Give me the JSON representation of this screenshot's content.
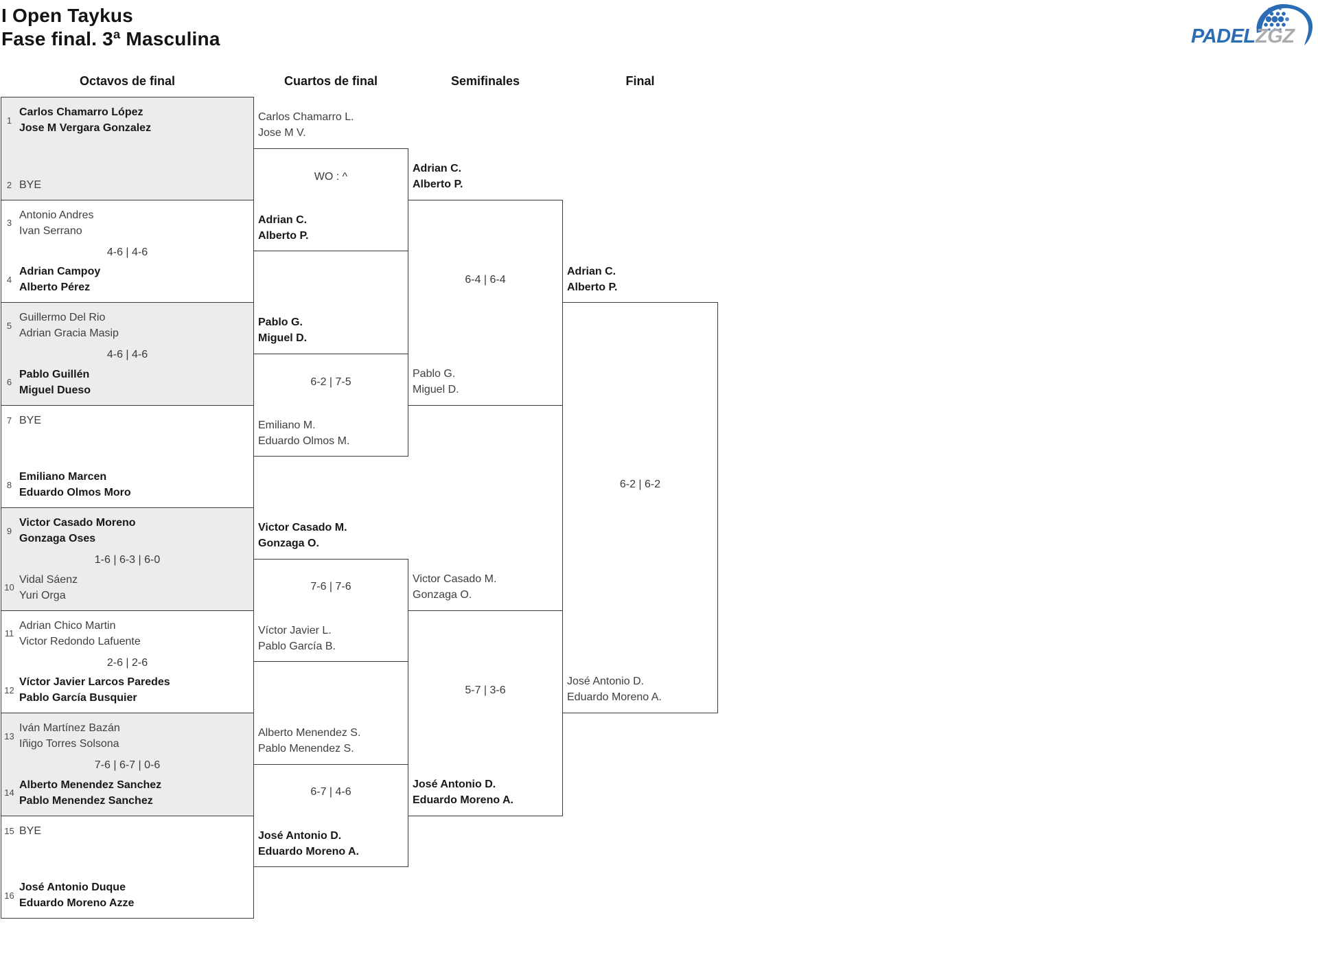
{
  "header": {
    "title1": "I Open Taykus",
    "title2": "Fase final. 3ª Masculina"
  },
  "rounds": [
    "Octavos de final",
    "Cuartos de final",
    "Semifinales",
    "Final"
  ],
  "logo": {
    "padel": "PADEL",
    "zgz": "ZGZ",
    "padel_color": "#2b6db4",
    "zgz_color": "#a9abae",
    "swoosh_color": "#2b6db4"
  },
  "colors": {
    "alt_box_bg": "#ececec",
    "border": "#3c3c3c",
    "text": "#3f3f3f",
    "winner_text": "#181818"
  },
  "octavos": [
    {
      "top": {
        "seed": "1",
        "p1": "Carlos Chamarro López",
        "p2": "Jose M Vergara Gonzalez",
        "winner": true
      },
      "bottom": {
        "seed": "2",
        "p1": "BYE",
        "p2": "",
        "winner": false
      },
      "score": ""
    },
    {
      "top": {
        "seed": "3",
        "p1": "Antonio Andres",
        "p2": "Ivan Serrano",
        "winner": false
      },
      "bottom": {
        "seed": "4",
        "p1": "Adrian Campoy",
        "p2": "Alberto Pérez",
        "winner": true
      },
      "score": "4-6 | 4-6"
    },
    {
      "top": {
        "seed": "5",
        "p1": "Guillermo Del Rio",
        "p2": "Adrian Gracia Masip",
        "winner": false
      },
      "bottom": {
        "seed": "6",
        "p1": "Pablo Guillén",
        "p2": "Miguel Dueso",
        "winner": true
      },
      "score": "4-6 | 4-6"
    },
    {
      "top": {
        "seed": "7",
        "p1": "BYE",
        "p2": "",
        "winner": false
      },
      "bottom": {
        "seed": "8",
        "p1": "Emiliano Marcen",
        "p2": "Eduardo Olmos Moro",
        "winner": true
      },
      "score": ""
    },
    {
      "top": {
        "seed": "9",
        "p1": "Victor Casado Moreno",
        "p2": "Gonzaga Oses",
        "winner": true
      },
      "bottom": {
        "seed": "10",
        "p1": "Vidal Sáenz",
        "p2": "Yuri Orga",
        "winner": false
      },
      "score": "1-6 | 6-3 | 6-0"
    },
    {
      "top": {
        "seed": "11",
        "p1": "Adrian Chico Martin",
        "p2": "Victor Redondo Lafuente",
        "winner": false
      },
      "bottom": {
        "seed": "12",
        "p1": "Víctor Javier Larcos Paredes",
        "p2": "Pablo García Busquier",
        "winner": true
      },
      "score": "2-6 | 2-6"
    },
    {
      "top": {
        "seed": "13",
        "p1": "Iván Martínez Bazán",
        "p2": "Iñigo Torres Solsona",
        "winner": false
      },
      "bottom": {
        "seed": "14",
        "p1": "Alberto Menendez Sanchez",
        "p2": "Pablo Menendez Sanchez",
        "winner": true
      },
      "score": "7-6 | 6-7 | 0-6"
    },
    {
      "top": {
        "seed": "15",
        "p1": "BYE",
        "p2": "",
        "winner": false
      },
      "bottom": {
        "seed": "16",
        "p1": "José Antonio Duque",
        "p2": "Eduardo Moreno Azze",
        "winner": true
      },
      "score": ""
    }
  ],
  "cuartos": [
    {
      "top": {
        "p1": "Carlos Chamarro L.",
        "p2": "Jose M V.",
        "winner": false
      },
      "bottom": {
        "p1": "Adrian C.",
        "p2": "Alberto P.",
        "winner": true
      },
      "score": "WO : ^"
    },
    {
      "top": {
        "p1": "Pablo G.",
        "p2": "Miguel D.",
        "winner": true
      },
      "bottom": {
        "p1": "Emiliano M.",
        "p2": "Eduardo Olmos M.",
        "winner": false
      },
      "score": "6-2 | 7-5"
    },
    {
      "top": {
        "p1": "Victor Casado M.",
        "p2": "Gonzaga O.",
        "winner": true
      },
      "bottom": {
        "p1": "Víctor Javier L.",
        "p2": "Pablo García B.",
        "winner": false
      },
      "score": "7-6 | 7-6"
    },
    {
      "top": {
        "p1": "Alberto Menendez S.",
        "p2": "Pablo Menendez S.",
        "winner": false
      },
      "bottom": {
        "p1": "José Antonio D.",
        "p2": "Eduardo Moreno A.",
        "winner": true
      },
      "score": "6-7 | 4-6"
    }
  ],
  "semifinales": [
    {
      "top": {
        "p1": "Adrian C.",
        "p2": "Alberto P.",
        "winner": true
      },
      "bottom": {
        "p1": "Pablo G.",
        "p2": "Miguel D.",
        "winner": false
      },
      "score": "6-4 | 6-4"
    },
    {
      "top": {
        "p1": "Victor Casado M.",
        "p2": "Gonzaga O.",
        "winner": false
      },
      "bottom": {
        "p1": "José Antonio D.",
        "p2": "Eduardo Moreno A.",
        "winner": true
      },
      "score": "5-7 | 3-6"
    }
  ],
  "final": {
    "top": {
      "p1": "Adrian C.",
      "p2": "Alberto P.",
      "winner": true
    },
    "bottom": {
      "p1": "José Antonio D.",
      "p2": "Eduardo Moreno A.",
      "winner": false
    },
    "score": "6-2 | 6-2"
  }
}
